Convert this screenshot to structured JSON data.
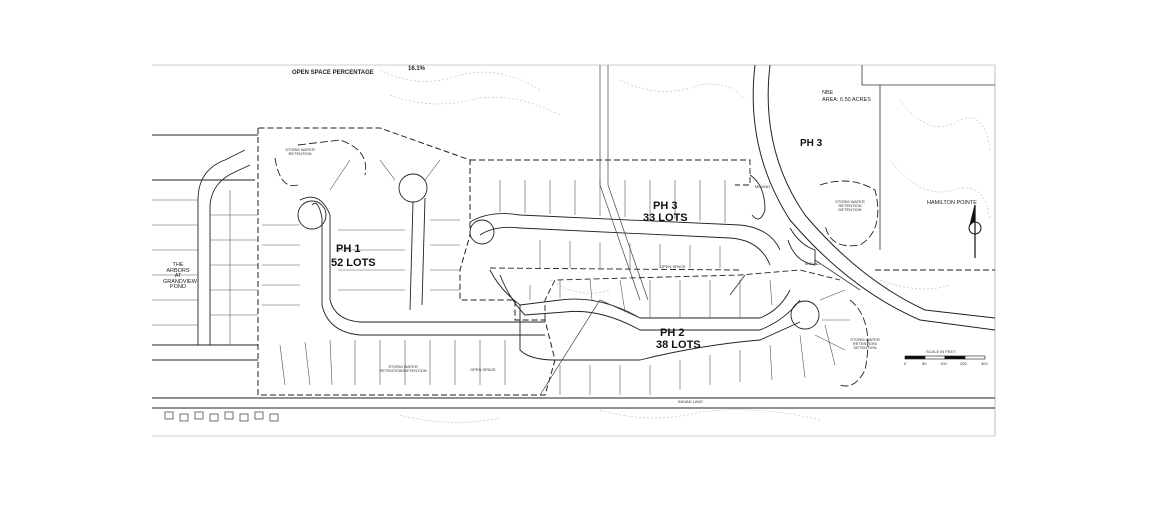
{
  "header": {
    "open_space_label": "OPEN SPACE PERCENTAGE",
    "open_space_value": "16.1%"
  },
  "phases": [
    {
      "name": "PH 1",
      "lots": "52 LOTS"
    },
    {
      "name": "PH 3",
      "lots": "33 LOTS"
    },
    {
      "name": "PH 2",
      "lots": "38 LOTS"
    },
    {
      "name": "PH 3",
      "lots": ""
    }
  ],
  "labels": {
    "storm_water_retention": "STORM WATER RETENTION",
    "storm_water_retention_detention": "STORM WATER RETENTION/DETENTION",
    "storm_water_retention_detention_east": "STORM WATER RETENTION DETENTION",
    "storm_water_retention_detention_south": "STORM WATER RETENTION/ DETENTION",
    "open_space": "OPEN SPACE",
    "mound": "MOUND",
    "hamilton_pointe": "HAMILTON POINTE",
    "the_arbors": "THE ARBORS AT GRANDVIEW POND",
    "indian_lake": "INDIAN LAKE",
    "area": "AREA: 6.50 ACRES",
    "nbe": "NBE"
  },
  "scale_bar": {
    "title": "SCALE IN FEET",
    "ticks": [
      "0",
      "50",
      "100",
      "200",
      "300"
    ]
  }
}
